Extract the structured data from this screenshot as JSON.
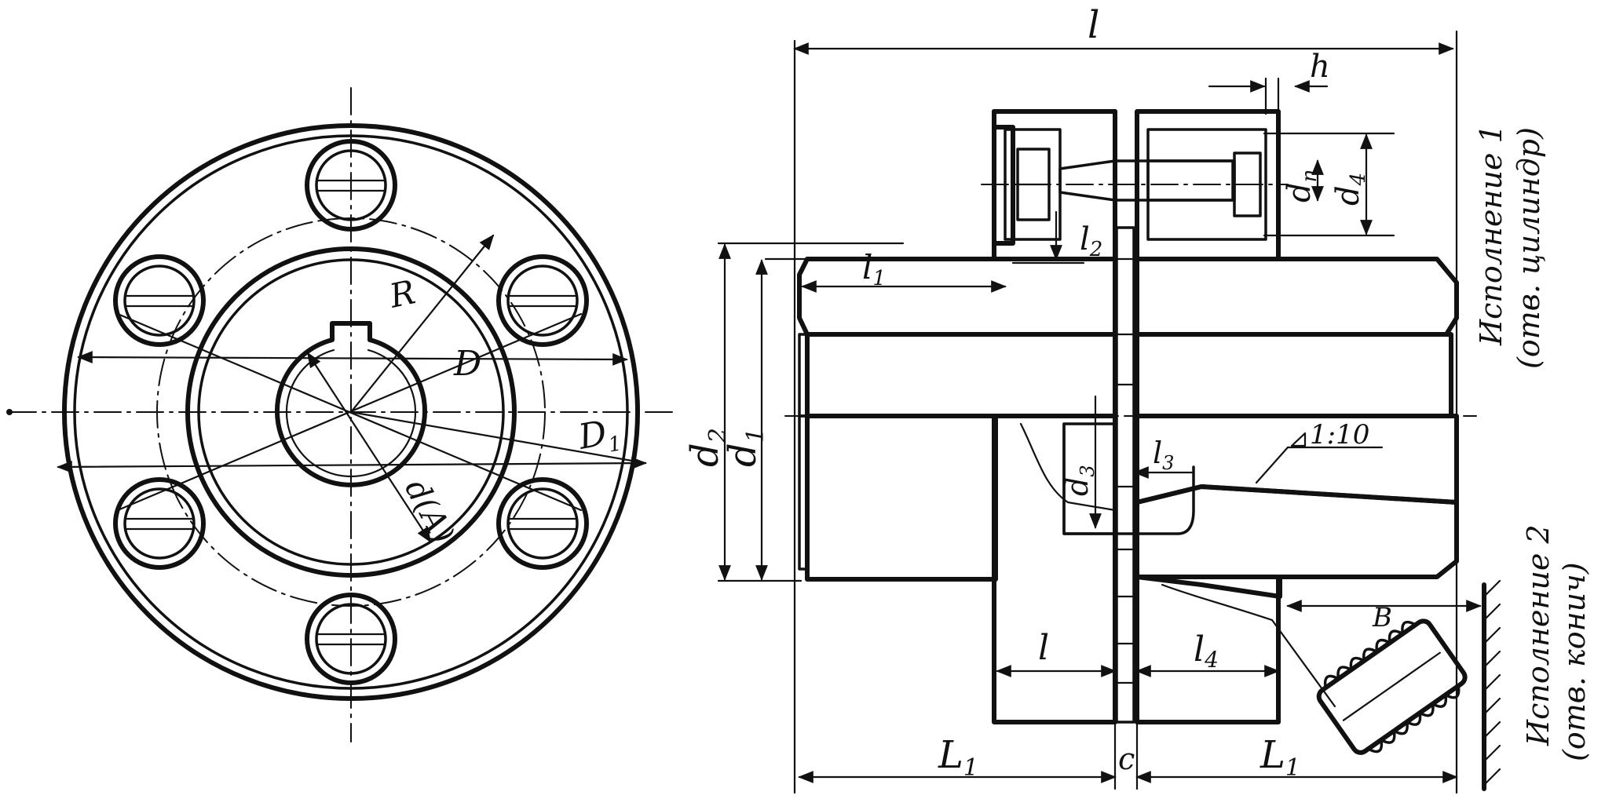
{
  "front_view": {
    "labels": {
      "R": "R",
      "D": "D",
      "D1": "D",
      "D1_sub": "1",
      "dA": "d(A)"
    }
  },
  "section_view": {
    "labels": {
      "l_top": "l",
      "h": "h",
      "dn": "d",
      "dn_sub": "п",
      "d4": "d",
      "d4_sub": "4",
      "l1": "l",
      "l1_sub": "1",
      "l2": "l",
      "l2_sub": "2",
      "d2": "d",
      "d2_sub": "2",
      "d1": "d",
      "d1_sub": "1",
      "d3": "d",
      "d3_sub": "3",
      "l3": "l",
      "l3_sub": "3",
      "taper": "1:10",
      "l_bottom": "l",
      "l4": "l",
      "l4_sub": "4",
      "B": "B",
      "L1_left": "L",
      "L1_left_sub": "1",
      "c": "c",
      "L1_right": "L",
      "L1_right_sub": "1"
    },
    "notes": {
      "variant1_line1": "Исполнение 1",
      "variant1_line2": "(отв. цилиндр)",
      "variant2_line1": "Исполнение 2",
      "variant2_line2": "(отв. конич)"
    }
  }
}
